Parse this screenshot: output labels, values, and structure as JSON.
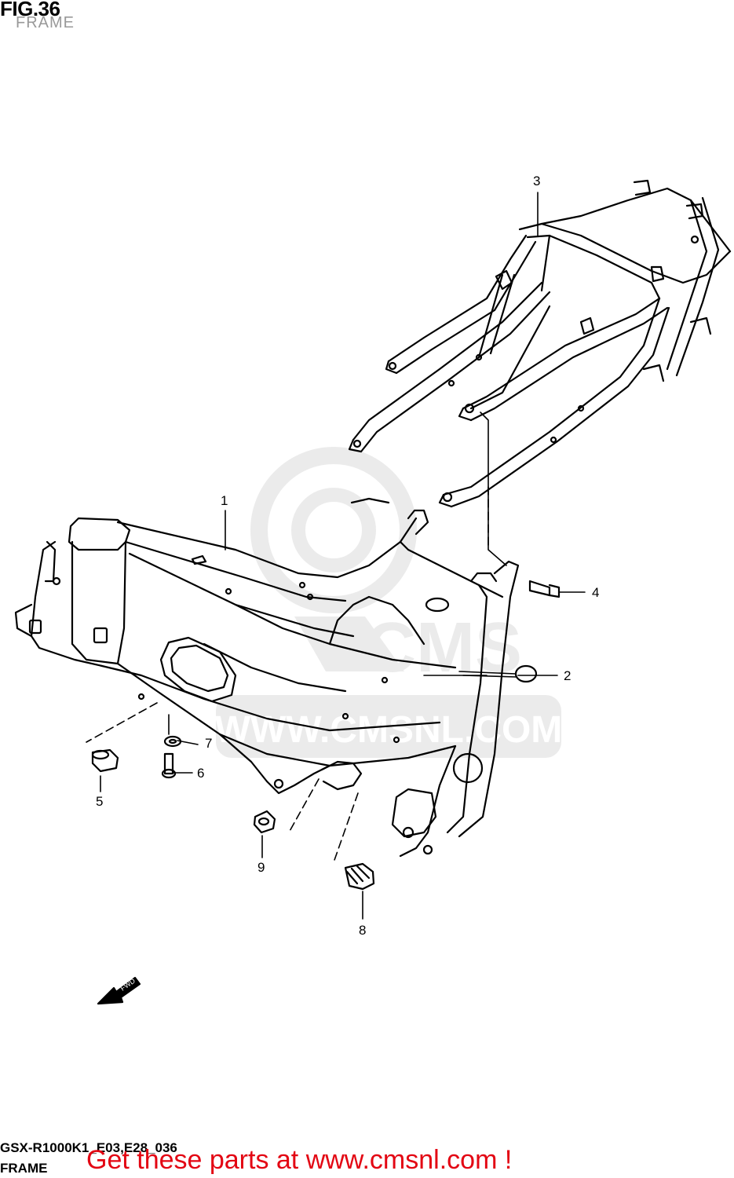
{
  "header": {
    "figure_label": "FIG.36",
    "subtitle": "FRAME"
  },
  "callouts": [
    "1",
    "2",
    "3",
    "4",
    "5",
    "6",
    "7",
    "8",
    "9"
  ],
  "direction_badge": "FWD",
  "watermark": {
    "brand": "CMS",
    "url": "WWW.CMSNL.COM"
  },
  "footer": {
    "model_code": "GSX-R1000K1_E03,E28_036",
    "section_name": "FRAME",
    "promo_text": "Get these parts at www.cmsnl.com !"
  },
  "colors": {
    "line": "#000000",
    "promo": "#e30613",
    "watermark": "#8a8a8a",
    "subtitle": "#999999"
  }
}
